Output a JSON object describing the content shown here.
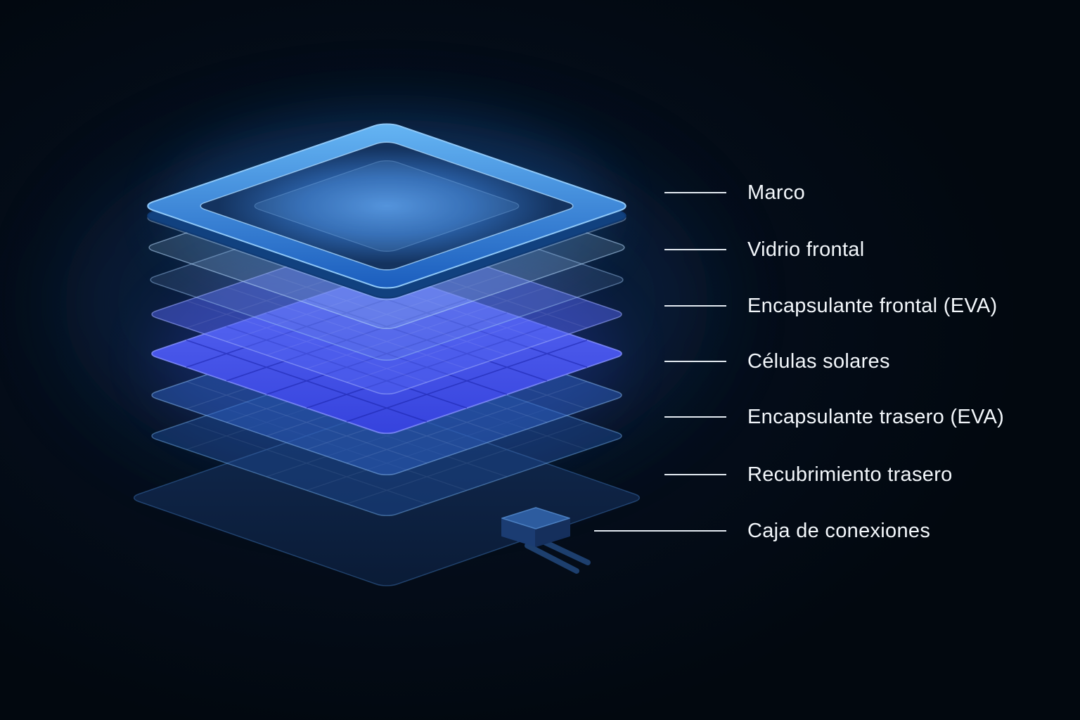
{
  "colors": {
    "background": "#030a15",
    "label_text": "#f3f7fb",
    "leader_line": "#e4ebf2",
    "frame_blue": "#2e7fd8",
    "glass_blue": "#9cc2e8",
    "cells_indigo": "#4352e8",
    "base_navy": "#0d2547",
    "junction_box": "#2d5c9f"
  },
  "diagram": {
    "layers": [
      {
        "id": "marco",
        "label": "Marco"
      },
      {
        "id": "vidrio-frontal",
        "label": "Vidrio frontal"
      },
      {
        "id": "encapsulante-frontal",
        "label": "Encapsulante frontal (EVA)"
      },
      {
        "id": "celulas-solares",
        "label": "Células solares"
      },
      {
        "id": "encapsulante-trasero",
        "label": "Encapsulante trasero (EVA)"
      },
      {
        "id": "recubrimiento-trasero",
        "label": "Recubrimiento trasero"
      },
      {
        "id": "caja-de-conexiones",
        "label": "Caja de conexiones"
      }
    ]
  }
}
